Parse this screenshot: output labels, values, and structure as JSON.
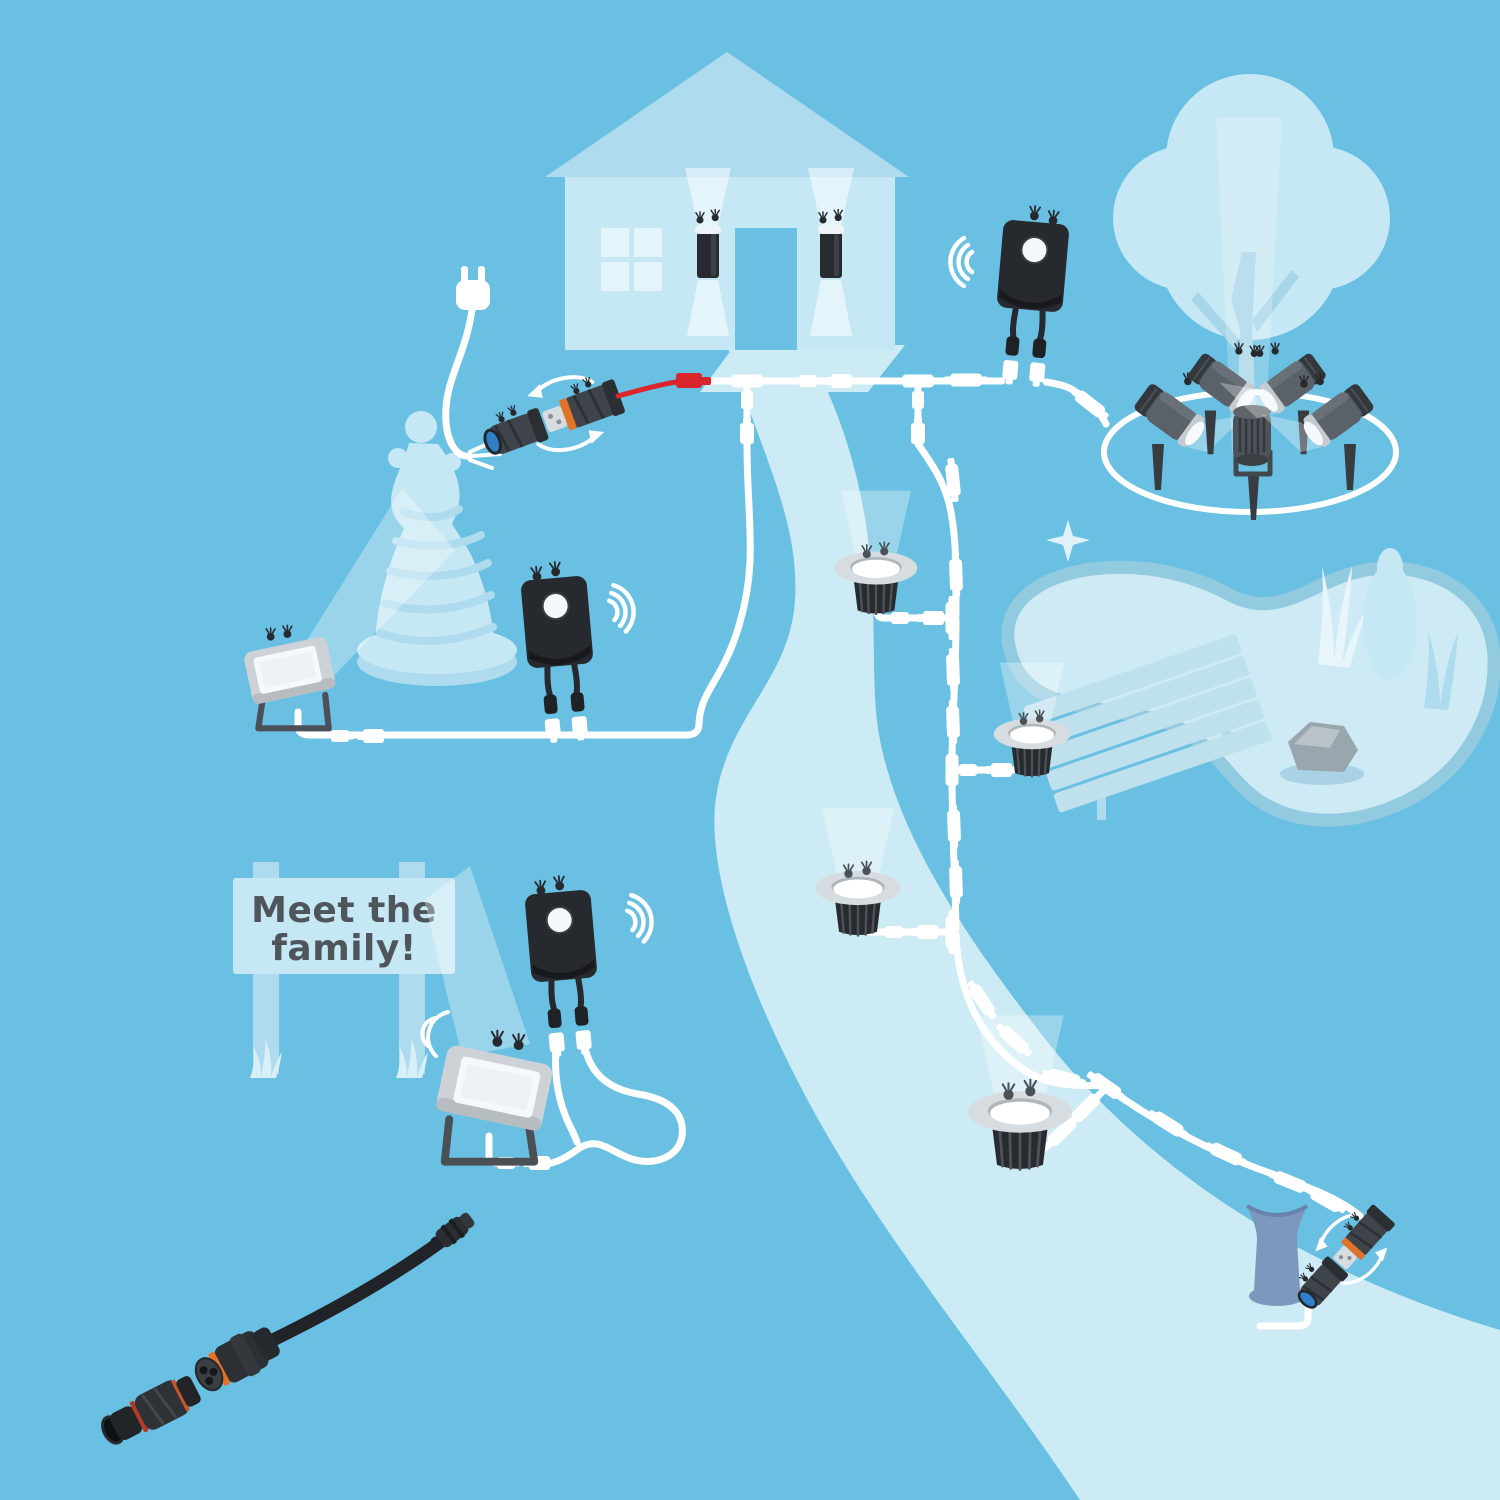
{
  "sign": {
    "line1": "Meet the",
    "line2": "family!"
  },
  "colors": {
    "bg": "#69C0E2",
    "light1": "#C6E8F4",
    "light2": "#AEDBEE",
    "light3": "#D9EFF8",
    "path": "#CDEBF5",
    "pane": "#E3F4FA",
    "white": "#FFFFFF",
    "deviceDark": "#272B2F",
    "deviceMid": "#3E4449",
    "deviceGray": "#5A6168",
    "silver": "#D7DCE0",
    "panel": "#F6F9FB",
    "red": "#D8262C",
    "orange": "#E2712A",
    "lensBlue": "#2F80C8",
    "bollard": "#7E97BD",
    "text": "#4E565C",
    "trunk": "#A7D5E9",
    "water": "#CDEAF5",
    "pondRim": "#92CBE0",
    "rock": "#99A6AD",
    "rockLight": "#B9C2C7",
    "dock": "#BEE1ED",
    "cableDark": "#202327"
  },
  "icons": {
    "house": "house-silhouette",
    "tree": "tree-silhouette",
    "statue": "statue-silhouette",
    "sign": "meet-the-family-sign",
    "plug": "power-plug-icon",
    "controller": "smart-controller-icon",
    "wifi": "wifi-signal-icon",
    "wall_light": "wall-light-icon",
    "floodlight": "floodlight-icon",
    "spotlight": "garden-spotlight-icon",
    "ground_light": "recessed-ground-light-icon",
    "bollard": "bollard-light-icon",
    "connector_pair": "cable-connector-pair-icon",
    "cable_product": "extension-cable-icon",
    "pond": "pond",
    "dock": "wooden-dock",
    "rock": "rock",
    "eyes": "cartoon-eyes-icon"
  }
}
